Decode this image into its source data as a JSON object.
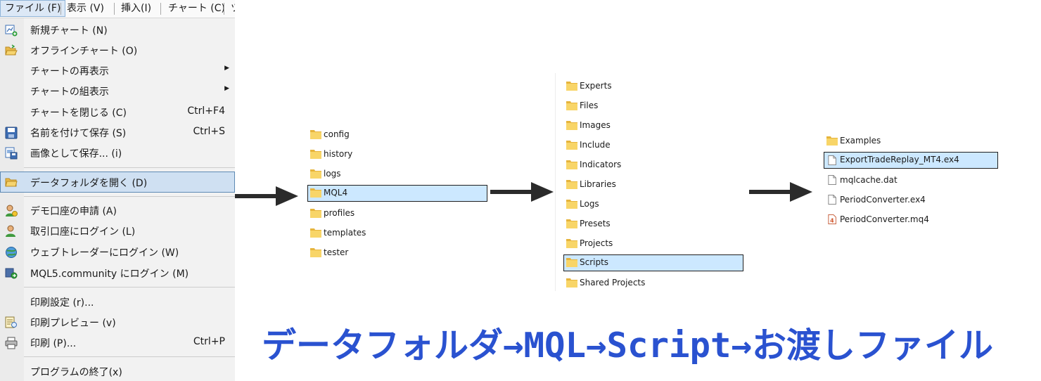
{
  "menubar": {
    "items": [
      "ファイル (F)",
      "表示 (V)",
      "挿入(I)",
      "チャート (C)",
      "ツ"
    ]
  },
  "file_menu": {
    "items": [
      {
        "label": "新規チャート (N)",
        "shortcut": "",
        "icon": "new-chart-icon"
      },
      {
        "label": "オフラインチャート (O)",
        "shortcut": "",
        "icon": "open-folder-icon"
      },
      {
        "label": "チャートの再表示",
        "shortcut": "",
        "icon": ""
      },
      {
        "label": "チャートの組表示",
        "shortcut": "",
        "icon": ""
      },
      {
        "label": "チャートを閉じる (C)",
        "shortcut": "Ctrl+F4",
        "icon": ""
      },
      {
        "label": "名前を付けて保存 (S)",
        "shortcut": "Ctrl+S",
        "icon": "save-icon"
      },
      {
        "label": "画像として保存... (i)",
        "shortcut": "",
        "icon": "save-image-icon"
      },
      {
        "label": "データフォルダを開く (D)",
        "shortcut": "",
        "icon": "folder-icon"
      },
      {
        "label": "デモ口座の申請 (A)",
        "shortcut": "",
        "icon": "user-add-icon"
      },
      {
        "label": "取引口座にログイン (L)",
        "shortcut": "",
        "icon": "user-login-icon"
      },
      {
        "label": "ウェブトレーダーにログイン (W)",
        "shortcut": "",
        "icon": "web-login-icon"
      },
      {
        "label": "MQL5.community にログイン (M)",
        "shortcut": "",
        "icon": "community-icon"
      },
      {
        "label": "印刷設定 (r)...",
        "shortcut": "",
        "icon": ""
      },
      {
        "label": "印刷プレビュー (v)",
        "shortcut": "",
        "icon": "print-preview-icon"
      },
      {
        "label": "印刷 (P)...",
        "shortcut": "Ctrl+P",
        "icon": "printer-icon"
      },
      {
        "label": "プログラムの終了(x)",
        "shortcut": "",
        "icon": ""
      }
    ]
  },
  "data_folder": {
    "items": [
      "config",
      "history",
      "logs",
      "MQL4",
      "profiles",
      "templates",
      "tester"
    ],
    "selected": "MQL4"
  },
  "mql4_folder": {
    "items": [
      "Experts",
      "Files",
      "Images",
      "Include",
      "Indicators",
      "Libraries",
      "Logs",
      "Presets",
      "Projects",
      "Scripts",
      "Shared Projects"
    ],
    "selected": "Scripts"
  },
  "scripts_folder": {
    "items": [
      {
        "name": "Examples",
        "type": "folder"
      },
      {
        "name": "ExportTradeReplay_MT4.ex4",
        "type": "file"
      },
      {
        "name": "mqlcache.dat",
        "type": "file"
      },
      {
        "name": "PeriodConverter.ex4",
        "type": "file"
      },
      {
        "name": "PeriodConverter.mq4",
        "type": "source"
      }
    ],
    "selected": "ExportTradeReplay_MT4.ex4"
  },
  "caption": "データフォルダ→MQL→Script→お渡しファイル",
  "colors": {
    "caption": "#2a52d0",
    "selection": "#cce8ff",
    "folder": "#f8d568"
  }
}
